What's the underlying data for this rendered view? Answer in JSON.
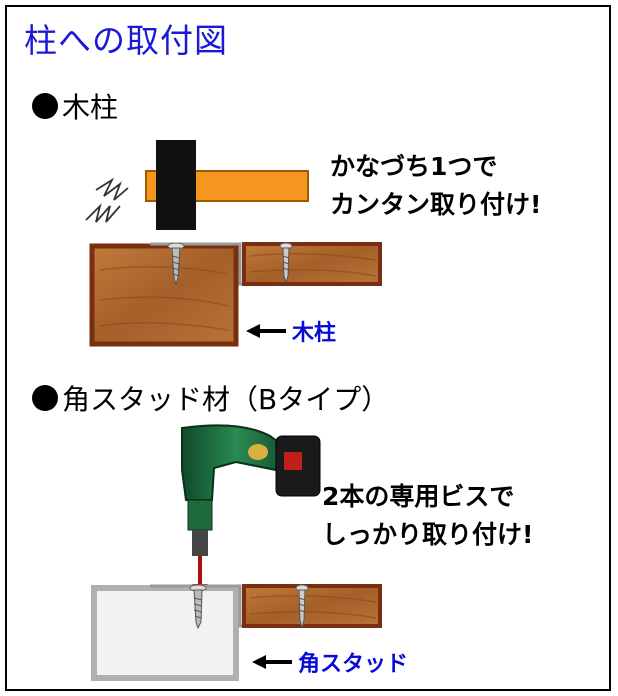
{
  "title": "柱への取付図",
  "sections": [
    {
      "heading": "木柱",
      "caption_lines": [
        "かなづち1つで",
        "カンタン取り付け!"
      ],
      "pillar_label": "木柱"
    },
    {
      "heading": "角スタッド材（Bタイプ）",
      "caption_lines": [
        "2本の専用ビスで",
        "しっかり取り付け!"
      ],
      "pillar_label": "角スタッド"
    }
  ],
  "colors": {
    "title": "#1a1ad6",
    "label": "#0a0ad8",
    "wood": "#b06a2e",
    "wood_edge": "#7a2e10",
    "hammer_handle": "#f5961e",
    "stud": "#f2f2f2"
  },
  "icons": [
    "hammer-icon",
    "impact-lines-icon",
    "screw-icon",
    "drill-icon",
    "arrow-left-icon"
  ]
}
